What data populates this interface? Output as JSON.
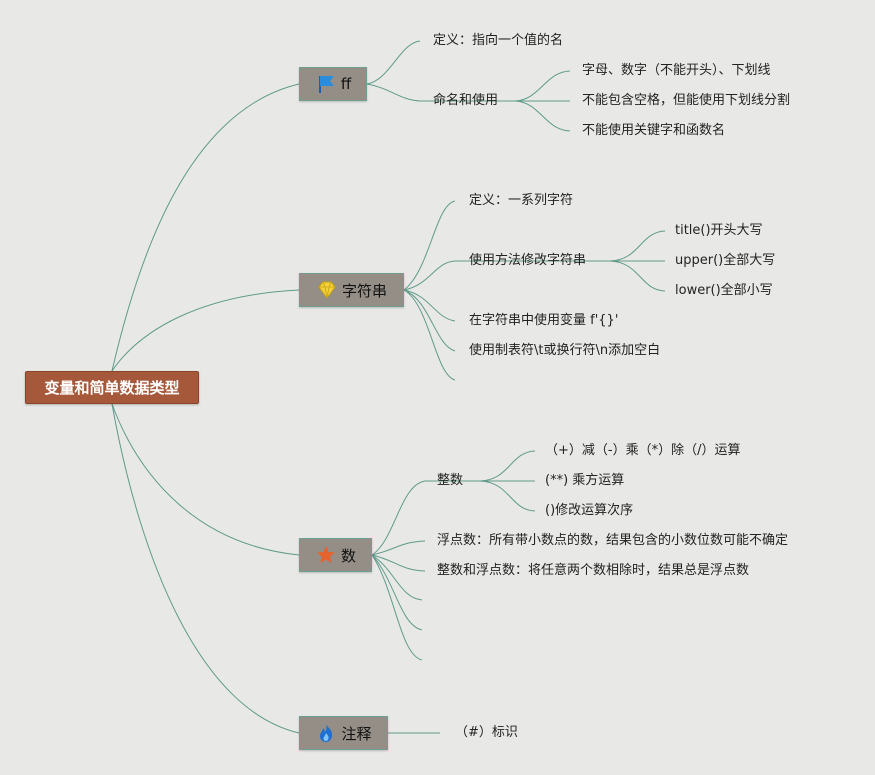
{
  "root": {
    "label": "变量和简单数据类型"
  },
  "colors": {
    "root": "#a6583a",
    "branch": "#948e86",
    "line": "#5f9a8a"
  },
  "branches": [
    {
      "label": "ff",
      "icon": "flag-icon",
      "children": [
        {
          "label": "定义：指向一个值的名"
        },
        {
          "label": "命名和使用",
          "children": [
            {
              "label": "字母、数字（不能开头）、下划线"
            },
            {
              "label": "不能包含空格，但能使用下划线分割"
            },
            {
              "label": "不能使用关键字和函数名"
            }
          ]
        }
      ]
    },
    {
      "label": "字符串",
      "icon": "diamond-icon",
      "children": [
        {
          "label": "定义：一系列字符"
        },
        {
          "label": "使用方法修改字符串",
          "children": [
            {
              "label": "title()开头大写"
            },
            {
              "label": "upper()全部大写"
            },
            {
              "label": "lower()全部小写"
            }
          ]
        },
        {
          "label": "在字符串中使用变量 f'{}'"
        },
        {
          "label": "使用制表符\\t或换行符\\n添加空白"
        }
      ]
    },
    {
      "label": "数",
      "icon": "star-icon",
      "children": [
        {
          "label": "整数",
          "children": [
            {
              "label": "（+）减（-）乘（*）除（/）运算"
            },
            {
              "label": "(**) 乘方运算"
            },
            {
              "label": "()修改运算次序"
            }
          ]
        },
        {
          "label": "浮点数：所有带小数点的数，结果包含的小数位数可能不确定"
        },
        {
          "label": "整数和浮点数：将任意两个数相除时，结果总是浮点数"
        }
      ]
    },
    {
      "label": "注释",
      "icon": "fire-icon",
      "children": [
        {
          "label": "（#）标识"
        }
      ]
    }
  ]
}
